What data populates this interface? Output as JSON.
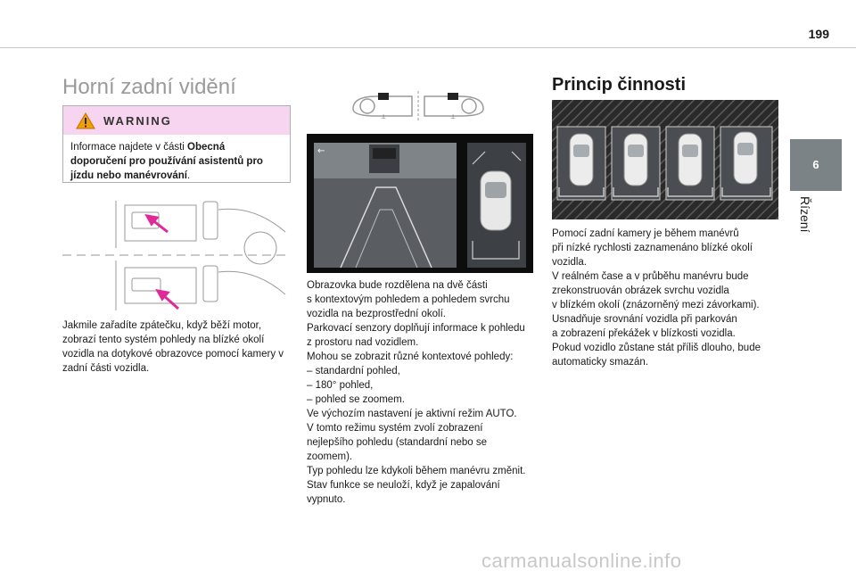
{
  "page": {
    "number": "199"
  },
  "chapter": {
    "number": "6",
    "title": "Řízení"
  },
  "section": {
    "title": "Horní zadní vidění"
  },
  "warning": {
    "label": "WARNING",
    "text_before": "Informace najdete v části ",
    "text_bold": "Obecná doporučení pro používání asistentů pro jízdu nebo manévrování",
    "text_after": "."
  },
  "column1": {
    "paragraph": "Jakmile zařadíte zpátečku, když běží motor, zobrazí tento systém pohledy na blízké okolí vozidla na dotykové obrazovce pomocí kamery v zadní části vozidla."
  },
  "column2": {
    "lines": [
      "Obrazovka bude rozdělena na dvě části",
      "s kontextovým pohledem a pohledem svrchu",
      "vozidla na bezprostřední okolí.",
      "Parkovací senzory doplňují informace k pohledu",
      "z prostoru nad vozidlem.",
      "Mohou se zobrazit různé kontextové pohledy:",
      "–  standardní pohled,",
      "–  180° pohled,",
      "–  pohled se zoomem.",
      "Ve výchozím nastavení je aktivní režim AUTO.",
      "V tomto režimu systém zvolí zobrazení",
      "nejlepšího pohledu (standardní nebo se",
      "zoomem).",
      "Typ pohledu lze kdykoli během manévru změnit.",
      "Stav funkce se neuloží, když je zapalování",
      "vypnuto."
    ]
  },
  "column3": {
    "title": "Princip činnosti",
    "lines": [
      "Pomocí zadní kamery je během manévrů",
      "při nízké rychlosti zaznamenáno blízké okolí",
      "vozidla.",
      "V reálném čase a v průběhu manévru bude",
      "zrekonstruován obrázek svrchu vozidla",
      "v blízkém okolí (znázorněný mezi závorkami).",
      "Usnadňuje srovnání vozidla při parkován",
      "a zobrazení překážek v blízkosti vozidla.",
      "Pokud vozidlo zůstane stát příliš dlouho, bude",
      "automaticky smazán."
    ]
  },
  "watermark": "carmanualsonline.info",
  "colors": {
    "accent_pink": "#f7d4ef",
    "tab_gray": "#7b8386",
    "arrow_magenta": "#e0289b"
  }
}
